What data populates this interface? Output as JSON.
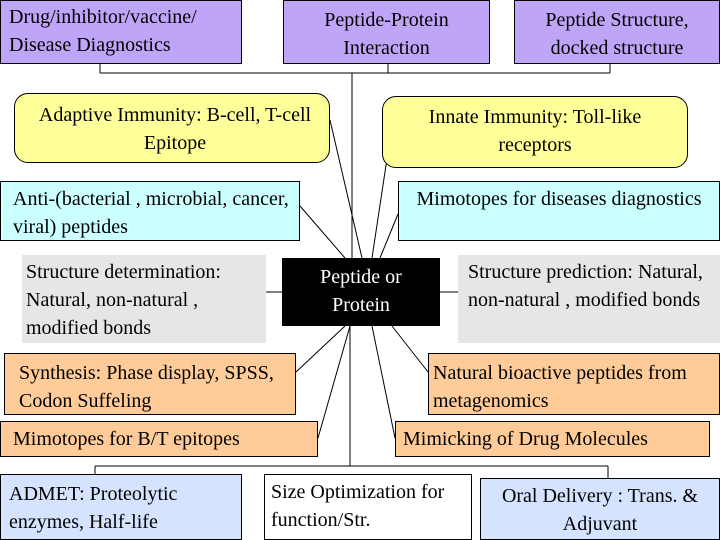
{
  "diagram": {
    "top": {
      "drug": "Drug/inhibitor/vaccine/ Disease Diagnostics",
      "ppi": "Peptide-Protein Interaction",
      "structure": "Peptide Structure, docked structure"
    },
    "immunity": {
      "adaptive": "Adaptive Immunity: B-cell, T-cell Epitope",
      "innate": "Innate Immunity: Toll-like receptors"
    },
    "anti": "Anti-(bacterial , microbial, cancer, viral) peptides",
    "mimotopes_diag": "Mimotopes for diseases diagnostics",
    "structure_det": "Structure determination: Natural, non-natural , modified bonds",
    "center": "Peptide or Protein",
    "structure_pred": "Structure prediction: Natural, non-natural , modified bonds",
    "synthesis": "Synthesis: Phase display, SPSS, Codon Suffeling",
    "natural_bioactive": "Natural bioactive peptides from metagenomics",
    "mimotopes_bt": "Mimotopes for B/T epitopes",
    "mimicking": "Mimicking of Drug Molecules",
    "bottom": {
      "admet": "ADMET: Proteolytic enzymes, Half-life",
      "size": "Size Optimization for function/Str.",
      "oral": "Oral Delivery : Trans. & Adjuvant"
    }
  }
}
